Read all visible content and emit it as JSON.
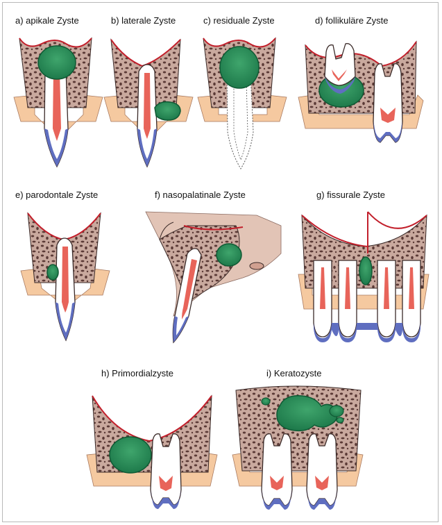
{
  "labels": {
    "a": "a) apikale Zyste",
    "b": "b) laterale Zyste",
    "c": "c) residuale Zyste",
    "d": "d) follikuläre Zyste",
    "e": "e) parodontale Zyste",
    "f": "f) nasopalatinale Zyste",
    "g": "g) fissurale Zyste",
    "h": "h) Primordialzyste",
    "i": "i) Keratozyste"
  },
  "colors": {
    "bone": "#c9a99e",
    "bone_dots": "#5b3a36",
    "gingiva": "#f5c9a0",
    "cortical_line": "#c21f2b",
    "cyst_fill": "#2f8a5a",
    "cyst_edge": "#0f5a34",
    "enamel_crown": "#ffffff",
    "pulp": "#e8645a",
    "root_cement": "#5f6ec0",
    "outline": "#3a2a28"
  }
}
